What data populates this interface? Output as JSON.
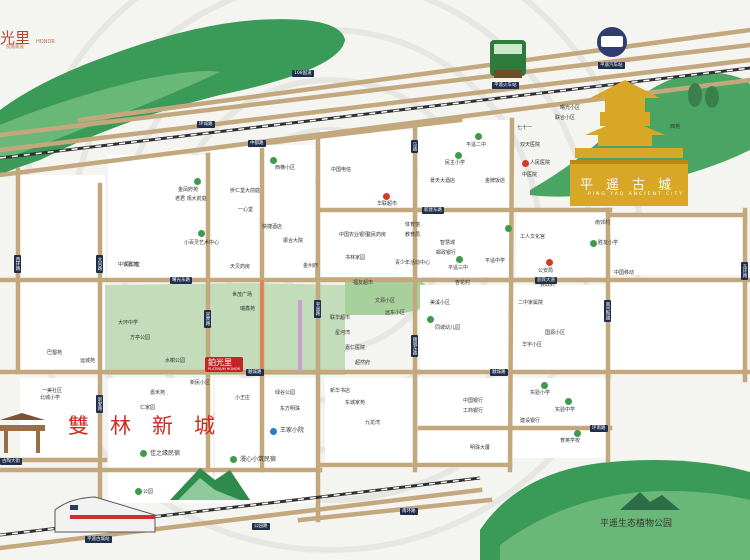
{
  "brand": {
    "name": "光里",
    "sub": "HONOR",
    "tagline": "院落家族"
  },
  "project": {
    "name": "鉑光里",
    "en": "PLATINUM HONOR"
  },
  "district": "雙林新城",
  "ancient_city": {
    "name": "平遥古城",
    "en": "PING YAO ANCIENT CITY"
  },
  "garden": "平遥生态植物公园",
  "roads": {
    "r108": "108国道",
    "huan_cheng_top": "环城路",
    "shun_cheng": "顺城路",
    "xi_huan": "西环路",
    "dong_huan": "东环路",
    "zhong_du": "中都路",
    "ying_bin": "迎宾大道",
    "shu_guang": "曙光东路",
    "xin_jian": "新建东路",
    "shun_cheng_w": "顺城路",
    "gu_tao_s": "古陶大街",
    "ying_xian": "迎宾路",
    "huan_nan": "环南路",
    "nan_huan": "南环路",
    "ping_dong": "平遥路",
    "gong_yuan": "公园路",
    "da_tong": "大同路",
    "xin_an": "新安路",
    "shun_dong": "顺城东路",
    "nan_gu": "南古陶路",
    "ma_lu": "马路"
  },
  "transit": {
    "train_station": "平遥火车站",
    "bus_station": "平遥汽车站",
    "hsr_station": "平遥古城站"
  },
  "pois": {
    "jinfeng": "金凤府苑",
    "laoge": "老君 观大前庭",
    "qiaocheng": "侨仁堂大前庭",
    "yixin": "一心堂",
    "xiaobai": "小百灵艺术中心",
    "tianbei": "天贝药房",
    "xiheng": "西横小区",
    "zhongdian": "中国电信",
    "kuaijie": "快捷酒店",
    "zhenghe": "振合大院",
    "tongren": "同仁堂",
    "zhongnong": "中国农业银行",
    "hualian": "华联超市",
    "meixi": "美溪小区",
    "yimin": "益民药房",
    "minzhu": "民主小学",
    "jingtian": "景天大酒店",
    "qishi": "七十一",
    "shuangtian": "双天医院",
    "renmin": "人民医院",
    "zhongyi": "中医院",
    "shulin": "书林家园",
    "jinzhou": "金州府",
    "gongren": "工人文化宫",
    "pingyao2": "平遥二中",
    "yidong": "中国移动",
    "nanjiao": "南郊村",
    "qingshaonian": "青少年活动中心",
    "pingyao3": "平遥三中",
    "youzheng": "邮政银行",
    "tiyu": "体育馆",
    "jiaoyu": "教育局",
    "pingyaozx": "平遥中学",
    "gonganju": "公安局",
    "shizhengfu": "县政府",
    "shengyou": "胜友小学",
    "wenyuan": "文源小区",
    "tongcheng": "同城幼儿园",
    "yuandong": "远东小区",
    "erzhong": "二中家属院",
    "guoyuan": "国源小区",
    "huayu": "华宇小区",
    "shimao": "世茂广场",
    "ruixin": "瑞鑫苑",
    "shanhe": "山水绿城",
    "jiaren": "嘉仁医院",
    "chaoran": "超然府",
    "fangting": "方亭公园",
    "shuixie": "水榭公园",
    "wangjia": "王家小院",
    "jiayuan": "佳之缘民宿",
    "manxin": "漫心小筑民宿",
    "renjia": "仁家园",
    "lvgu": "绿谷公园",
    "dongfang": "东方明珠",
    "jiahe": "嘉禾苑",
    "yimei": "一美社区",
    "zhongtie": "中铁嘉苑",
    "bashu": "巴蜀苑",
    "yuncheng": "运城苑",
    "xinhua": "新华书店",
    "dongcheng": "东城家苑",
    "jiuli": "九龙湾",
    "zhongguozs": "中国银行",
    "gongshang": "工商银行",
    "jianshe": "建设银行",
    "xiaoxue": "实验小学",
    "shiyan": "实验中学",
    "mingzhu": "明珠大厦",
    "gongyuan": "公园",
    "yuyuan": "育英学校",
    "zhihui": "智慧城",
    "shuguang": "曙光小区",
    "lianhe": "联合小区",
    "xiyuan": "西苑",
    "dahuan": "大环中学",
    "beicheng": "北城小学",
    "xiaowang": "小王庄",
    "xinmin": "新民小区",
    "jinpai": "金牌饭店",
    "xinghua": "杏花村",
    "fuyou": "福友超市",
    "lianhua": "联华超市",
    "xinghe": "星河湾"
  },
  "colors": {
    "road": "#c3a87e",
    "rail": "#2f2f2f",
    "green": "#3a9a57",
    "accent": "#cf2a20",
    "gold": "#d8a725"
  }
}
